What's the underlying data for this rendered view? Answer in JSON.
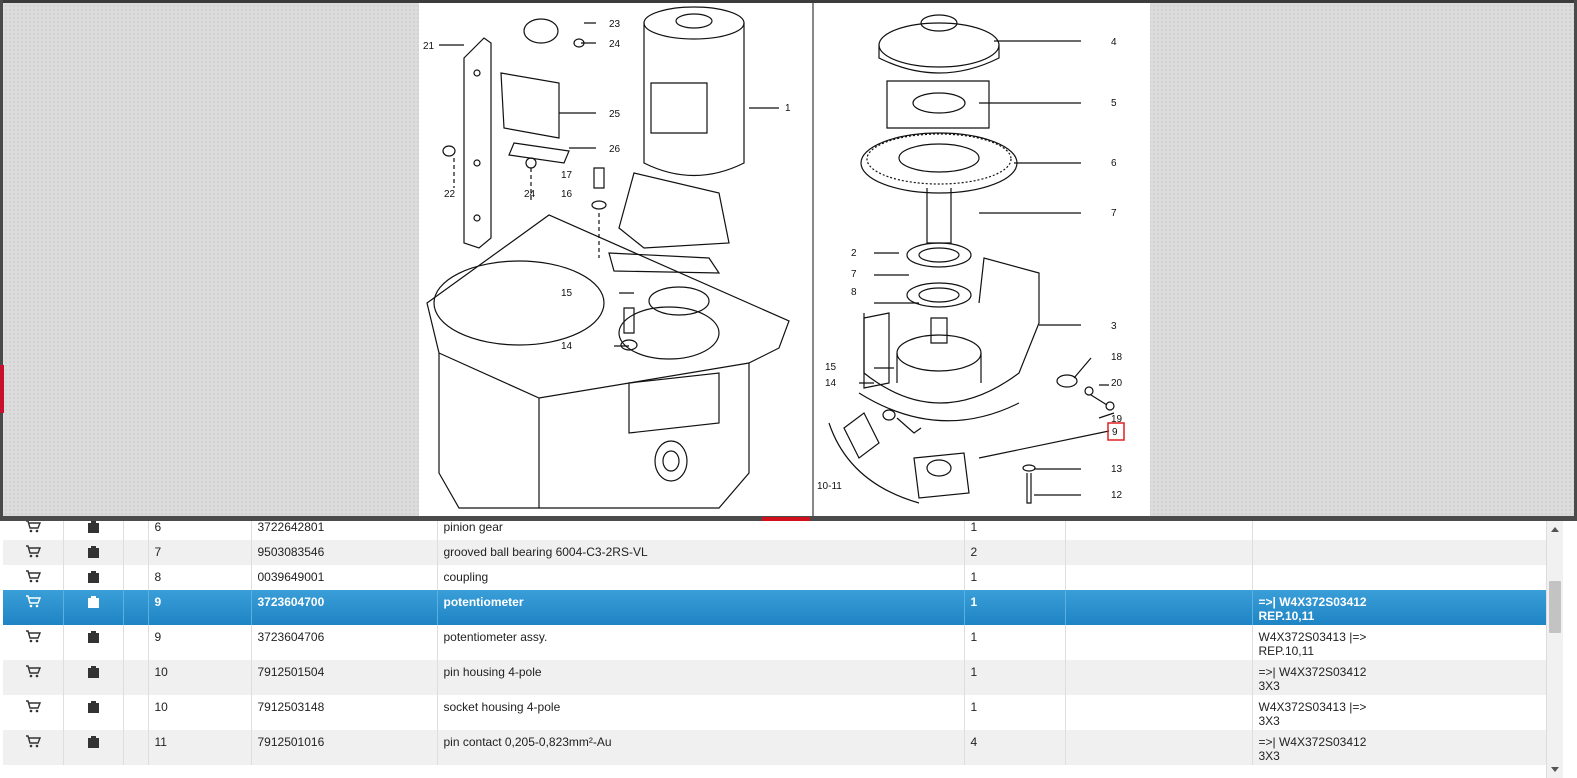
{
  "drawing": {
    "callouts_left": [
      "23",
      "24",
      "21",
      "25",
      "26",
      "1",
      "17",
      "16",
      "22",
      "24",
      "15",
      "14"
    ],
    "callouts_right": [
      "4",
      "5",
      "6",
      "7",
      "2",
      "7",
      "8",
      "3",
      "15",
      "18",
      "14",
      "20",
      "19",
      "9",
      "13",
      "10-11",
      "12"
    ],
    "highlighted_callout": "9"
  },
  "table": {
    "icons": {
      "cart": "cart-icon",
      "doc": "document-icon"
    },
    "rows": [
      {
        "pos": "6",
        "part_no": "3722642801",
        "description": "pinion gear",
        "qty": "1",
        "remark": "",
        "remark2": "",
        "state": "normal"
      },
      {
        "pos": "7",
        "part_no": "9503083546",
        "description": "grooved ball bearing 6004-C3-2RS-VL",
        "qty": "2",
        "remark": "",
        "remark2": "",
        "state": "alt"
      },
      {
        "pos": "8",
        "part_no": "0039649001",
        "description": "coupling",
        "qty": "1",
        "remark": "",
        "remark2": "",
        "state": "normal"
      },
      {
        "pos": "9",
        "part_no": "3723604700",
        "description": "potentiometer",
        "qty": "1",
        "remark": "=>| W4X372S03412",
        "remark2": "REP.10,11",
        "state": "selected"
      },
      {
        "pos": "9",
        "part_no": "3723604706",
        "description": "potentiometer assy.",
        "qty": "1",
        "remark": "W4X372S03413 |=>",
        "remark2": "REP.10,11",
        "state": "normal"
      },
      {
        "pos": "10",
        "part_no": "7912501504",
        "description": "pin housing 4-pole",
        "qty": "1",
        "remark": "=>| W4X372S03412",
        "remark2": "3X3",
        "state": "alt"
      },
      {
        "pos": "10",
        "part_no": "7912503148",
        "description": "socket housing 4-pole",
        "qty": "1",
        "remark": "W4X372S03413 |=>",
        "remark2": "3X3",
        "state": "normal"
      },
      {
        "pos": "11",
        "part_no": "7912501016",
        "description": "pin contact 0,205-0,823mm²-Au",
        "qty": "4",
        "remark": "=>| W4X372S03412",
        "remark2": "3X3",
        "state": "alt"
      }
    ]
  },
  "colors": {
    "selected_row": "#2a8fcf",
    "accent_red": "#d0101a",
    "splitter": "#4b4b4b"
  }
}
